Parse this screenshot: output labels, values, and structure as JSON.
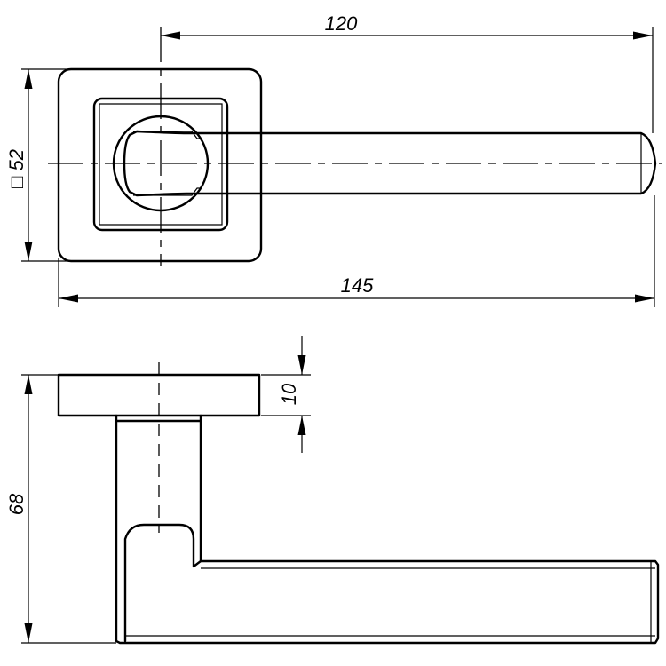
{
  "dimensions": {
    "top_length": "120",
    "rose_square": "□ 52",
    "overall_length": "145",
    "rose_thickness": "10",
    "overall_height": "68"
  }
}
